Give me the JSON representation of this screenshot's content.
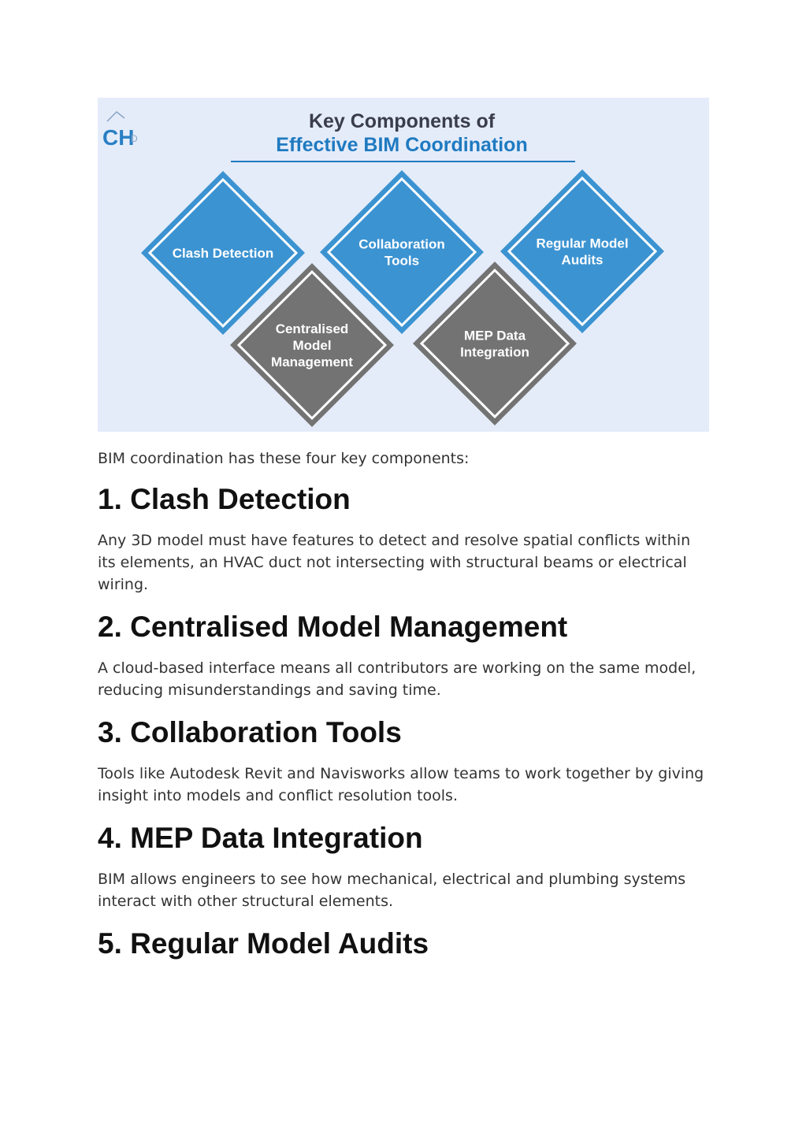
{
  "infographic": {
    "logo_text": "CH",
    "logo_sub": "D",
    "title_line1": "Key Components of",
    "title_line2": "Effective BIM Coordination",
    "colors": {
      "blue": "#3c93d1",
      "gray": "#737373",
      "navy": "#3a3d4a",
      "accent": "#1f7ac0"
    },
    "diamonds": [
      {
        "lines": [
          "Clash Detection"
        ],
        "color": "blue"
      },
      {
        "lines": [
          "Collaboration",
          "Tools"
        ],
        "color": "blue"
      },
      {
        "lines": [
          "Regular Model",
          "Audits"
        ],
        "color": "blue"
      },
      {
        "lines": [
          "Centralised",
          "Model",
          "Management"
        ],
        "color": "gray"
      },
      {
        "lines": [
          "MEP Data",
          "Integration"
        ],
        "color": "gray"
      }
    ]
  },
  "intro": "BIM coordination has these four key components:",
  "sections": [
    {
      "heading": "1. Clash Detection",
      "body": "Any 3D model must have features to detect and resolve spatial conflicts within its elements, an HVAC duct not intersecting with structural beams or electrical wiring."
    },
    {
      "heading": "2. Centralised Model Management",
      "body": "A cloud-based interface means all contributors are working on the same model, reducing misunderstandings and saving time."
    },
    {
      "heading": "3. Collaboration Tools",
      "body": "Tools like Autodesk Revit and Navisworks allow teams to work together by giving insight into models and conflict resolution tools."
    },
    {
      "heading": "4. MEP Data Integration",
      "body": "BIM allows engineers to see how mechanical, electrical and plumbing systems interact with other structural elements."
    },
    {
      "heading": "5. Regular Model Audits",
      "body": ""
    }
  ]
}
